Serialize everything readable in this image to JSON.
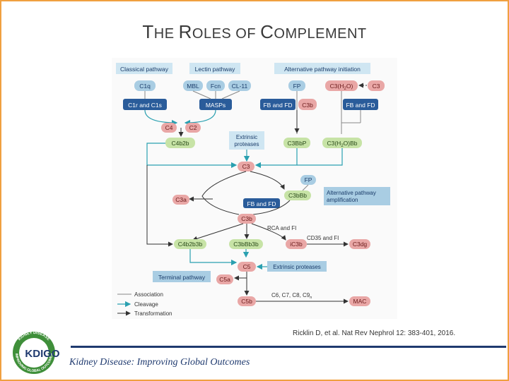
{
  "slide": {
    "title": {
      "cap1": "T",
      "rest1": "HE ",
      "cap2": "R",
      "rest2": "OLES OF ",
      "cap3": "C",
      "rest3": "OMPLEMENT"
    },
    "citation": "Ricklin D, et al. Nat Rev Nephrol 12: 383-401, 2016.",
    "footer": "Kidney Disease: Improving Global Outcomes",
    "logo_text": "KDIGO",
    "logo_ring_top": "KIDNEY DISEASE",
    "logo_ring_bottom": "IMPROVING GLOBAL OUTCOMES"
  },
  "colors": {
    "blue_box": "#2a5c9a",
    "light_box": "#a9cde3",
    "label_box": "#cfe6f2",
    "red_box": "#e9a7a6",
    "green_box": "#c7e3a6",
    "teal_arrow": "#2aa0b0",
    "frame": "#f0a040"
  },
  "diagram": {
    "labels": {
      "classical": "Classical pathway",
      "lectin": "Lectin pathway",
      "alternative_init": "Alternative pathway initiation",
      "extrinsic_proteases_1": "Extrinsic",
      "extrinsic_proteases_2": "proteases",
      "alt_amp_1": "Alternative pathway",
      "alt_amp_2": "amplification",
      "terminal": "Terminal pathway",
      "extrinsic_proteases_c5": "Extrinsic proteases",
      "rca": "RCA and FI",
      "cd35": "CD35 and FI",
      "c6c9": "C6, C7, C8, C9",
      "c6c9_sub": "n"
    },
    "nodes": {
      "c1q": "C1q",
      "mbl": "MBL",
      "fcn": "Fcn",
      "cl11": "CL-11",
      "fp_top": "FP",
      "c3h2o": "C3(H",
      "c3h2o_sub": "2",
      "c3h2o_end": "O)",
      "c3_top": "C3",
      "c1r_c1s": "C1r and C1s",
      "masps": "MASPs",
      "fb_fd_1": "FB and FD",
      "c3b_top": "C3b",
      "fb_fd_2": "FB and FD",
      "c4": "C4",
      "c2": "C2",
      "c4b2b": "C4b2b",
      "c3bbbp": "C3BbP",
      "c3h2obb": "C3(H",
      "c3h2obb_sub": "2",
      "c3h2obb_end": "O)Bb",
      "c3": "C3",
      "fp_mid": "FP",
      "c3a": "C3a",
      "c3bbb": "C3bBb",
      "fb_fd_mid": "FB and FD",
      "c3b": "C3b",
      "c4b2b3b": "C4b2b3b",
      "c3bbb3b": "C3bBb3b",
      "ic3b": "iC3b",
      "c3dg": "C3dg",
      "c5": "C5",
      "c5a": "C5a",
      "c5b": "C5b",
      "mac": "MAC"
    },
    "legend": {
      "association": "Association",
      "cleavage": "Cleavage",
      "transformation": "Transformation"
    }
  }
}
